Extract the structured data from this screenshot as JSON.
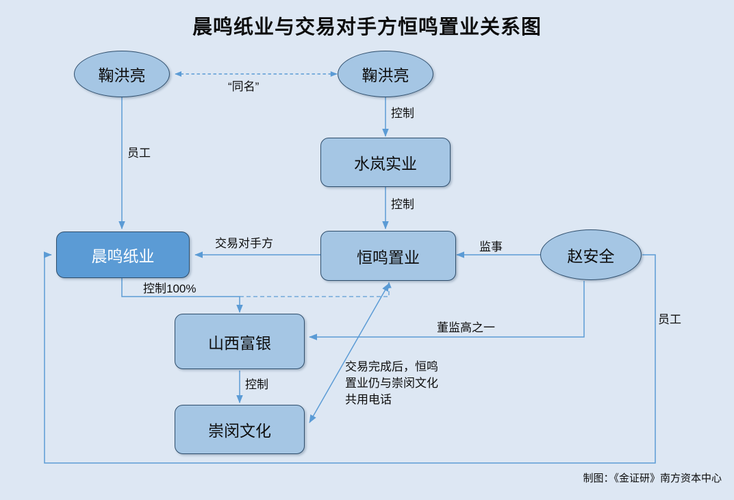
{
  "title": "晨鸣纸业与交易对手方恒鸣置业关系图",
  "footer": "制图：《金证研》南方资本中心",
  "colors": {
    "background": "#dde7f3",
    "node_fill": "#a5c6e4",
    "node_accent_fill": "#5b9bd5",
    "node_border": "#2e4d6b",
    "edge": "#5b9bd5",
    "text": "#0d0d0d",
    "accent_text": "#ffffff"
  },
  "nodes": [
    {
      "id": "ju_left",
      "label": "鞠洪亮",
      "shape": "ellipse",
      "highlighted": false
    },
    {
      "id": "ju_right",
      "label": "鞠洪亮",
      "shape": "ellipse",
      "highlighted": false
    },
    {
      "id": "shuilan",
      "label": "水岚实业",
      "shape": "box",
      "highlighted": false
    },
    {
      "id": "chenming",
      "label": "晨鸣纸业",
      "shape": "box",
      "highlighted": true
    },
    {
      "id": "hengming",
      "label": "恒鸣置业",
      "shape": "box",
      "highlighted": false
    },
    {
      "id": "zhaoanquan",
      "label": "赵安全",
      "shape": "ellipse",
      "highlighted": false
    },
    {
      "id": "shanxifuyin",
      "label": "山西富银",
      "shape": "box",
      "highlighted": false
    },
    {
      "id": "chongmin",
      "label": "崇闵文化",
      "shape": "box",
      "highlighted": false
    }
  ],
  "edges": [
    {
      "id": "e_tongming",
      "from": "ju_right",
      "to": "ju_left",
      "label": "“同名”",
      "style": "dashed",
      "arrows": "both"
    },
    {
      "id": "e_kongzhi_1",
      "from": "ju_right",
      "to": "shuilan",
      "label": "控制",
      "style": "solid",
      "arrows": "end"
    },
    {
      "id": "e_yuangong_1",
      "from": "ju_left",
      "to": "chenming",
      "label": "员工",
      "style": "solid",
      "arrows": "end"
    },
    {
      "id": "e_kongzhi_2",
      "from": "shuilan",
      "to": "hengming",
      "label": "控制",
      "style": "solid",
      "arrows": "end"
    },
    {
      "id": "e_duishou",
      "from": "hengming",
      "to": "chenming",
      "label": "交易对手方",
      "style": "solid",
      "arrows": "end"
    },
    {
      "id": "e_jianshi",
      "from": "zhaoanquan",
      "to": "hengming",
      "label": "监事",
      "style": "solid",
      "arrows": "end"
    },
    {
      "id": "e_kongzhi100",
      "from": "chenming",
      "to": "shanxifuyin",
      "label": "控制100%",
      "style": "solid",
      "arrows": "end"
    },
    {
      "id": "e_dashed_hm",
      "from": "chenming",
      "to": "hengming",
      "label": "",
      "style": "dashed",
      "arrows": "end"
    },
    {
      "id": "e_dongjian",
      "from": "zhaoanquan",
      "to": "shanxifuyin",
      "label": "董监高之一",
      "style": "solid",
      "arrows": "end"
    },
    {
      "id": "e_yuangong_2",
      "from": "zhaoanquan",
      "to": "chenming",
      "label": "员工",
      "style": "solid",
      "arrows": "end"
    },
    {
      "id": "e_kongzhi_3",
      "from": "shanxifuyin",
      "to": "chongmin",
      "label": "控制",
      "style": "solid",
      "arrows": "end"
    },
    {
      "id": "e_phone",
      "from": "chongmin",
      "to": "hengming",
      "label": "交易完成后，恒鸣\n置业仍与崇闵文化\n共用电话",
      "style": "solid",
      "arrows": "both"
    }
  ],
  "labels": {
    "tongming": "“同名”",
    "kongzhi_1": "控制",
    "yuangong_1": "员工",
    "kongzhi_2": "控制",
    "duishou": "交易对手方",
    "jianshi": "监事",
    "kongzhi100": "控制100%",
    "dongjian": "董监高之一",
    "yuangong_2": "员工",
    "kongzhi_3": "控制",
    "phone_1": "交易完成后，恒鸣",
    "phone_2": "置业仍与崇闵文化",
    "phone_3": "共用电话"
  }
}
